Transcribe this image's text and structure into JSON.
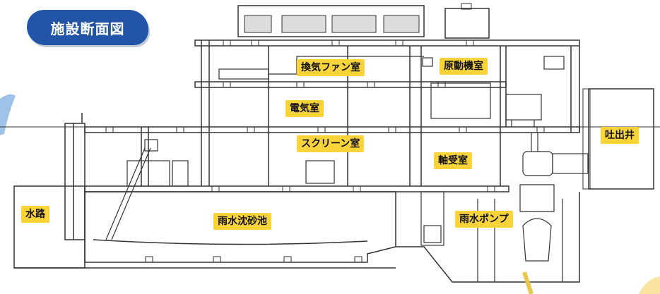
{
  "title": "施設断面図",
  "labels": {
    "ventilation_fan_room": "換気ファン室",
    "prime_mover_room": "原動機室",
    "electrical_room": "電気室",
    "screen_room": "スクリーン室",
    "bearing_room": "軸受室",
    "discharge_well": "吐出井",
    "waterway": "水路",
    "grit_chamber": "雨水沈砂池",
    "stormwater_pump": "雨水ポンプ"
  },
  "colors": {
    "badge": "#2255a8",
    "label": "#f8d43a",
    "line": "#333333",
    "accent_blue": "#9fc3e8",
    "accent_pipe": "#e8c84a"
  }
}
